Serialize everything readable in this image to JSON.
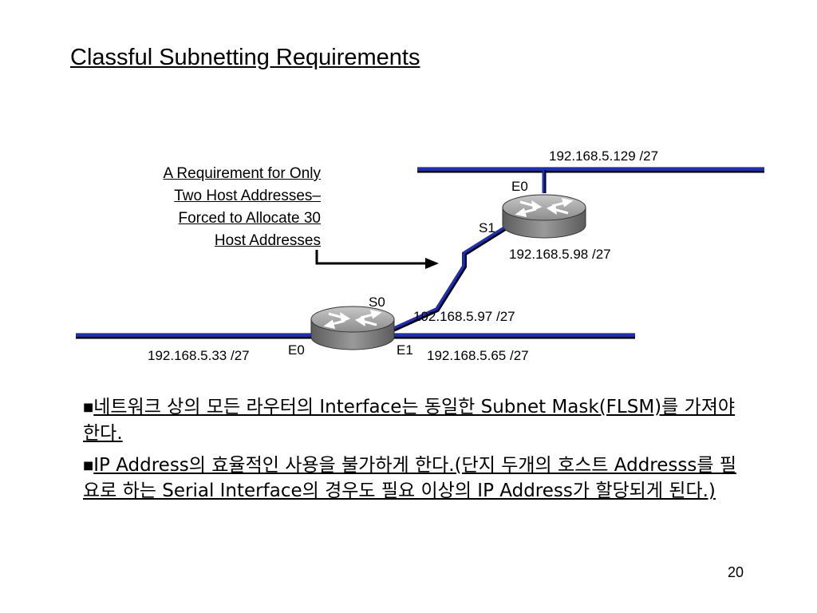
{
  "title": "Classful Subnetting Requirements",
  "note_lines": [
    "A Requirement for Only",
    "Two Host Addresses–",
    "Forced to Allocate 30",
    "Host Addresses"
  ],
  "labels": {
    "top_lan_addr": "192.168.5.129 /27",
    "router1_e0": "E0",
    "router1_s1": "S1",
    "serial_r1_addr": "192.168.5.98 /27",
    "router2_s0": "S0",
    "serial_r2_addr": "192.168.5.97 /27",
    "router2_e0": "E0",
    "router2_e1": "E1",
    "left_lan_addr": "192.168.5.33 /27",
    "right_lan_addr": "192.168.5.65 /27"
  },
  "bullets": [
    {
      "mark": "■",
      "text": "네트워크 상의 모든 라우터의 Interface는 동일한 Subnet Mask(FLSM)를 가져야 한다."
    },
    {
      "mark": "■",
      "text": "IP Address의 효율적인 사용을 불가하게 한다.(단지 두개의 호스트 Addresss를 필요로 하는 Serial Interface의 경우도 필요 이상의 IP Address가 할당되게 된다.)"
    }
  ],
  "page_number": "20",
  "colors": {
    "link": "#1f2dbf",
    "router_top": "#9a9a9a",
    "router_body": "#7a7a7a"
  },
  "icons": [
    "router-icon",
    "router-icon"
  ]
}
